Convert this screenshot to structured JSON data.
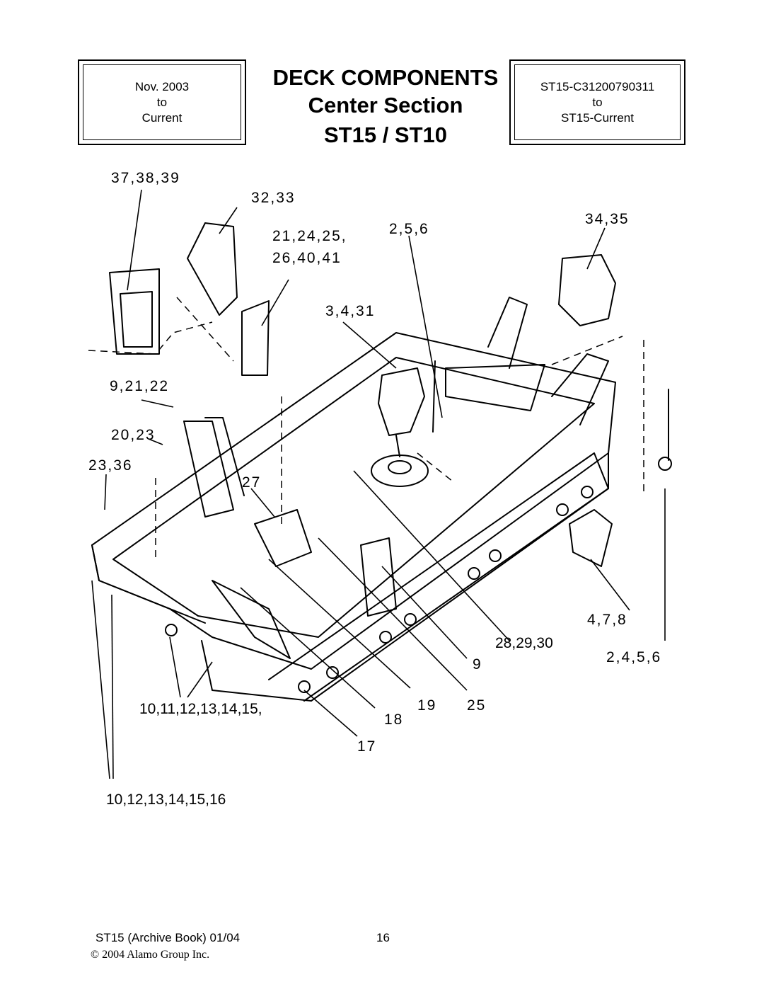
{
  "header": {
    "left_box": {
      "line1": "Nov. 2003",
      "line2": "to",
      "line3": "Current"
    },
    "title_line1": "DECK COMPONENTS",
    "title_line2": "Center Section",
    "title_line3": "ST15 / ST10",
    "right_box": {
      "line1": "ST15-C31200790311",
      "line2": "to",
      "line3": "ST15-Current"
    }
  },
  "callouts": {
    "c37_38_39": "37,38,39",
    "c32_33": "32,33",
    "c21_24_25": "21,24,25,",
    "c26_40_41": "26,40,41",
    "c2_5_6_top": "2,5,6",
    "c34_35": "34,35",
    "c3_4_31": "3,4,31",
    "c9_21_22": "9,21,22",
    "c20_23": "20,23",
    "c23_36": "23,36",
    "c27": "27",
    "c4_7_8": "4,7,8",
    "c28_29_30": "28,29,30",
    "c2_4_5_6": "2,4,5,6",
    "c9": "9",
    "c19": "19",
    "c25": "25",
    "c18": "18",
    "c10_15": "10,11,12,13,14,15,",
    "c17": "17",
    "c10_16": "10,12,13,14,15,16"
  },
  "footer": {
    "book": "ST15  (Archive Book) 01/04",
    "page": "16",
    "copyright": "© 2004 Alamo Group Inc."
  }
}
